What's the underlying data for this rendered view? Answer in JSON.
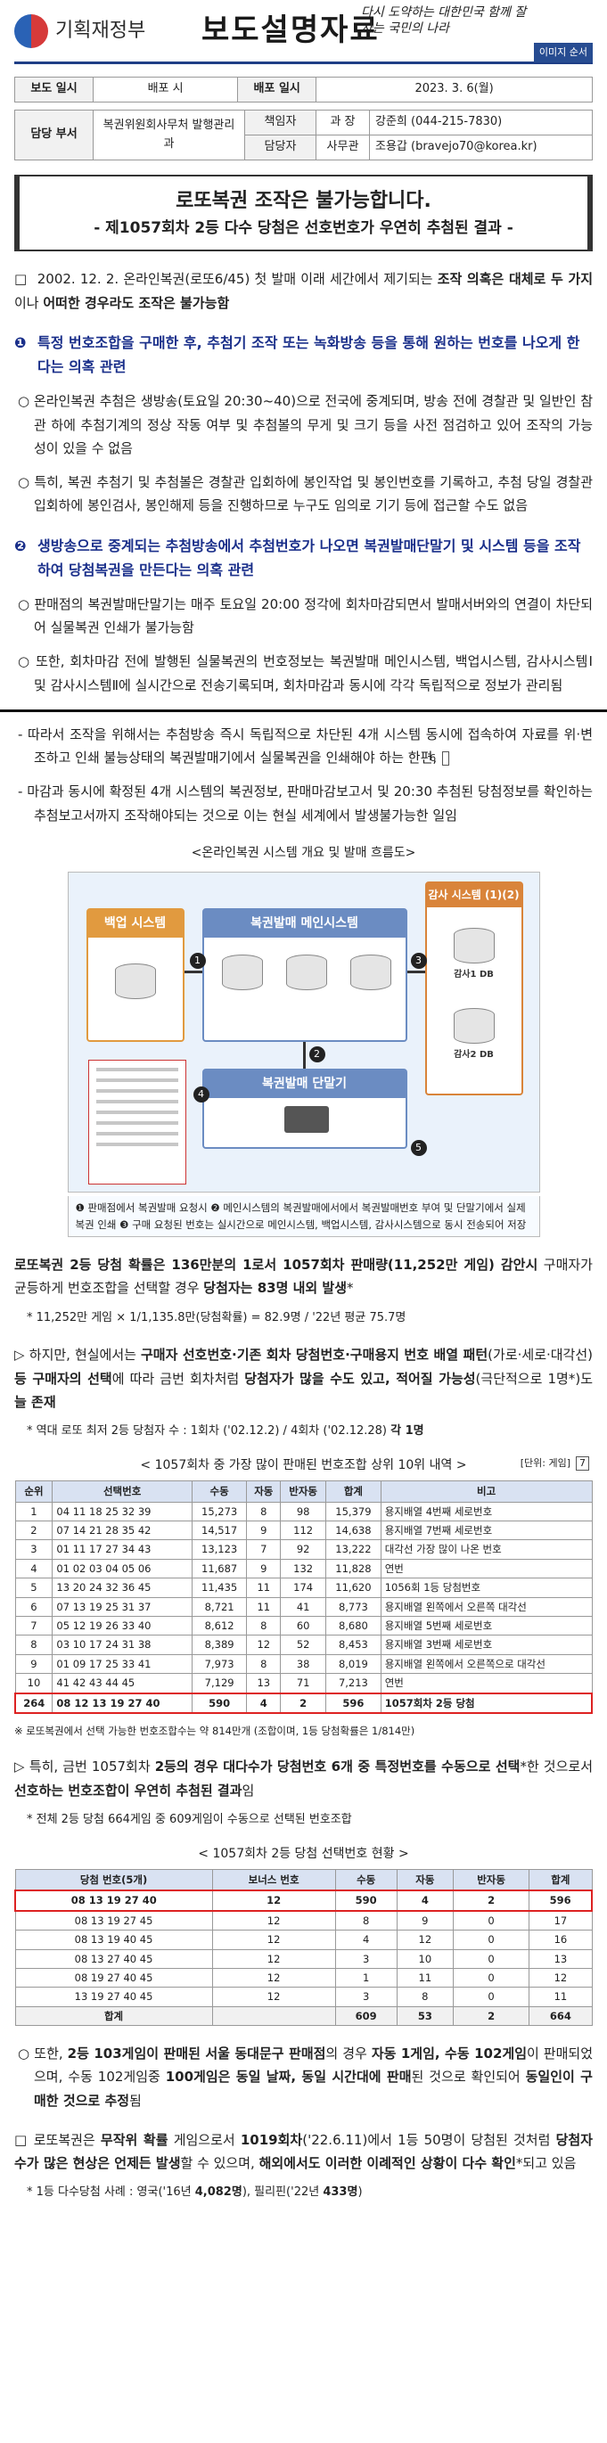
{
  "header": {
    "agency": "기획재정부",
    "doc_title": "보도설명자료",
    "slogan": "다시 도약하는 대한민국 함께 잘사는 국민의 나라",
    "archive_tag": "이미지 순서"
  },
  "meta": {
    "report_date_label": "보도 일시",
    "report_date_value": "배포 시",
    "release_date_label": "배포 일시",
    "release_date_value": "2023. 3. 6(월)",
    "dept_label": "담당 부서",
    "dept_value": "복권위원회사무처 발행관리과",
    "manager_label": "책임자",
    "manager_role": "과 장",
    "manager_name": "강준희 (044-215-7830)",
    "staff_label": "담당자",
    "staff_role": "사무관",
    "staff_name": "조용갑 (bravejo70@korea.kr)"
  },
  "title": {
    "main": "로또복권 조작은 불가능합니다.",
    "sub": "- 제1057회차 2등 다수 당첨은 선호번호가 우연히 추첨된 결과 -"
  },
  "intro": {
    "bullet": "□",
    "text_1": " 2002. 12. 2. 온라인복권(로또6/45) 첫 발매 이래 세간에서 제기되는 ",
    "bold_1": "조작 의혹은 대체로 두 가지",
    "text_2": "이나 ",
    "bold_2": "어떠한 경우라도 조작은 불가능함"
  },
  "section1": {
    "num": "❶",
    "heading": "특정 번호조합을 구매한 후, 추첨기 조작 또는 녹화방송 등을 통해 원하는 번호를 나오게 한다는 의혹 관련",
    "b1": "○ 온라인복권 추첨은 생방송(토요일 20:30~40)으로 전국에 중계되며, 방송 전에 경찰관 및 일반인 참관 하에 추첨기계의 정상 작동 여부 및 추첨볼의 무게 및 크기 등을 사전 점검하고 있어 조작의 가능성이 있을 수 없음",
    "b2": "○ 특히, 복권 추첨기 및 추첨볼은 경찰관 입회하에 봉인작업 및 봉인번호를 기록하고, 추첨 당일 경찰관 입회하에 봉인검사, 봉인해제 등을 진행하므로 누구도 임의로 기기 등에 접근할 수도 없음"
  },
  "section2": {
    "num": "❷",
    "heading": "생방송으로 중계되는 추첨방송에서 추첨번호가 나오면 복권발매단말기 및 시스템 등을 조작하여 당첨복권을 만든다는 의혹 관련",
    "b1": "○ 판매점의 복권발매단말기는 매주 토요일 20:00 정각에 회차마감되면서 발매서버와의 연결이 차단되어 실물복권 인쇄가 불가능함",
    "b2": "○ 또한, 회차마감 전에 발행된 실물복권의 번호정보는 복권발매 메인시스템, 백업시스템, 감사시스템Ⅰ 및 감사시스템Ⅱ에 실시간으로 전송기록되며, 회차마감과 동시에 각각 독립적으로 정보가 관리됨",
    "b3": "- 따라서 조작을 위해서는 추첨방송 즉시 독립적으로 차단된 4개 시스템 동시에 접속하여 자료를 위·변조하고 인쇄 불능상태의 복권발매기에서 실물복권을 인쇄해야 하는 한편,",
    "page_marker": "6",
    "b4": "- 마감과 동시에 확정된 4개 시스템의 복권정보, 판매마감보고서 및 20:30 추첨된 당첨정보를 확인하는 추첨보고서까지 조작해야되는 것으로 이는 현실 세계에서 발생불가능한 일임"
  },
  "diagram": {
    "caption": "<온라인복권 시스템 개요 및 발매 흐름도>",
    "backup": "백업 시스템",
    "main": "복권발매 메인시스템",
    "audit": "감사 시스템 (1)(2)",
    "terminal": "복권발매 단말기",
    "audit_db1": "감사1 DB",
    "audit_db2": "감사2 DB",
    "nums": [
      "1",
      "2",
      "3",
      "4",
      "5"
    ],
    "legend": "❶ 판매점에서 복권발매 요청시 ❷ 메인시스템의 복권발매에서에서 복권발매번호 부여 및 단말기에서 실제 복권 인쇄 ❸ 구매 요청된 번호는 실시간으로 메인시스템, 백업시스템, 감사시스템으로 동시 전송되어 저장"
  },
  "probability": {
    "text_1": "로또복권 2등 당첨 확률은 136만분의 1로서 1057회차 판매량(11,252만 게임) 감안시",
    "text_2": " 구매자가 균등하게 번호조합을 선택할 경우 ",
    "bold_2": "당첨자는 83명 내외 발생",
    "star": "*",
    "footnote": "* 11,252만 게임 × 1/1,135.8만(당첨확률) = 82.9명 / '22년 평균 75.7명"
  },
  "preference": {
    "text_1": "▷ 하지만, 현실에서는 ",
    "bold_1": "구매자 선호번호·기존 회차 당첨번호·구매용지 번호 배열 패턴",
    "text_2": "(가로·세로·대각선) ",
    "bold_2": "등 구매자의 선택",
    "text_3": "에 따라 금번 회차처럼 ",
    "bold_3": "당첨자가 많을 수도 있고, 적어질 가능성",
    "text_4": "(극단적으로 1명*)도 ",
    "bold_4": "늘 존재",
    "footnote_1": "* 역대 로또 최저 2등 당첨자 수 : 1회차 ('02.12.2) / 4회차 ('02.12.28) ",
    "footnote_bold": "각 1명"
  },
  "table1": {
    "caption": "< 1057회차 중 가장 많이 판매된 번호조합 상위 10위 내역 >",
    "unit": "[단위: 게임]",
    "page_marker": "7",
    "headers": [
      "순위",
      "선택번호",
      "수동",
      "자동",
      "반자동",
      "합계",
      "비고"
    ],
    "rows": [
      [
        "1",
        "04 11 18 25 32 39",
        "15,273",
        "8",
        "98",
        "15,379",
        "용지배열 4번째 세로번호"
      ],
      [
        "2",
        "07 14 21 28 35 42",
        "14,517",
        "9",
        "112",
        "14,638",
        "용지배열 7번째 세로번호"
      ],
      [
        "3",
        "01 11 17 27 34 43",
        "13,123",
        "7",
        "92",
        "13,222",
        "대각선 가장 많이 나온 번호"
      ],
      [
        "4",
        "01 02 03 04 05 06",
        "11,687",
        "9",
        "132",
        "11,828",
        "연번"
      ],
      [
        "5",
        "13 20 24 32 36 45",
        "11,435",
        "11",
        "174",
        "11,620",
        "1056회 1등 당첨번호"
      ],
      [
        "6",
        "07 13 19 25 31 37",
        "8,721",
        "11",
        "41",
        "8,773",
        "용지배열 왼쪽에서 오른쪽 대각선"
      ],
      [
        "7",
        "05 12 19 26 33 40",
        "8,612",
        "8",
        "60",
        "8,680",
        "용지배열 5번째 세로번호"
      ],
      [
        "8",
        "03 10 17 24 31 38",
        "8,389",
        "12",
        "52",
        "8,453",
        "용지배열 3번째 세로번호"
      ],
      [
        "9",
        "01 09 17 25 33 41",
        "7,973",
        "8",
        "38",
        "8,019",
        "용지배열 왼쪽에서 오른쪽으로 대각선"
      ],
      [
        "10",
        "41 42 43 44 45",
        "7,129",
        "13",
        "71",
        "7,213",
        "연번"
      ]
    ],
    "highlight": [
      "264",
      "08 12 13 19 27 40",
      "590",
      "4",
      "2",
      "596",
      "1057회차 2등 당첨"
    ],
    "footnote": "※ 로또복권에서 선택 가능한 번호조합수는 약 814만개 (조합이며, 1등 당첨확률은 1/814만)"
  },
  "multi": {
    "text_1": "▷ 특히, 금번 1057회차 ",
    "bold_1": "2등의 경우 대다수가 당첨번호 6개 중 특정번호를 수동으로 선택",
    "text_2": "*한 것으로서 ",
    "bold_2": "선호하는 번호조합이 우연히 추첨된 결과",
    "text_3": "임",
    "footnote": "* 전체 2등 당첨 664게임 중 609게임이 수동으로 선택된 번호조합"
  },
  "table2": {
    "caption": "< 1057회차 2등 당첨 선택번호 현황 >",
    "headers": [
      "당첨 번호(5개)",
      "보너스 번호",
      "수동",
      "자동",
      "반자동",
      "합계"
    ],
    "rows": [
      [
        "08 13 19 27 40",
        "12",
        "590",
        "4",
        "2",
        "596"
      ],
      [
        "08 13 19 27 45",
        "12",
        "8",
        "9",
        "0",
        "17"
      ],
      [
        "08 13 19 40 45",
        "12",
        "4",
        "12",
        "0",
        "16"
      ],
      [
        "08 13 27 40 45",
        "12",
        "3",
        "10",
        "0",
        "13"
      ],
      [
        "08 19 27 40 45",
        "12",
        "1",
        "11",
        "0",
        "12"
      ],
      [
        "13 19 27 40 45",
        "12",
        "3",
        "8",
        "0",
        "11"
      ]
    ],
    "total": [
      "합계",
      "",
      "609",
      "53",
      "2",
      "664"
    ]
  },
  "store": {
    "text_1": "○ 또한, ",
    "bold_1": "2등 103게임이 판매된 서울 동대문구 판매점",
    "text_2": "의 경우 ",
    "bold_2": "자동 1게임, 수동 102게임",
    "text_3": "이 판매되었으며, 수동 102게임중 ",
    "bold_3": "100게임은 동일 날짜, 동일 시간대에 판매",
    "text_4": "된 것으로 확인되어 ",
    "bold_4": "동일인이 구매한 것으로 추정",
    "text_5": "됨"
  },
  "random": {
    "text_1": "□ 로또복권은 ",
    "bold_1": "무작위 확률",
    "text_2": " 게임으로서 ",
    "bold_2": "1019회차",
    "text_3": "('22.6.11)에서 1등 50명이 당첨된 것처럼 ",
    "bold_3": "당첨자 수가 많은 현상은 언제든 발생",
    "text_4": "할 수 있으며, ",
    "bold_4": "해외에서도 이러한 이례적인 상황이 다수 확인",
    "text_5": "*되고 있음",
    "footnote_1": "* 1등 다수당첨 사례 : 영국('16년 ",
    "footnote_b1": "4,082명",
    "footnote_2": "), 필리핀('22년 ",
    "footnote_b2": "433명",
    "footnote_3": ")"
  }
}
